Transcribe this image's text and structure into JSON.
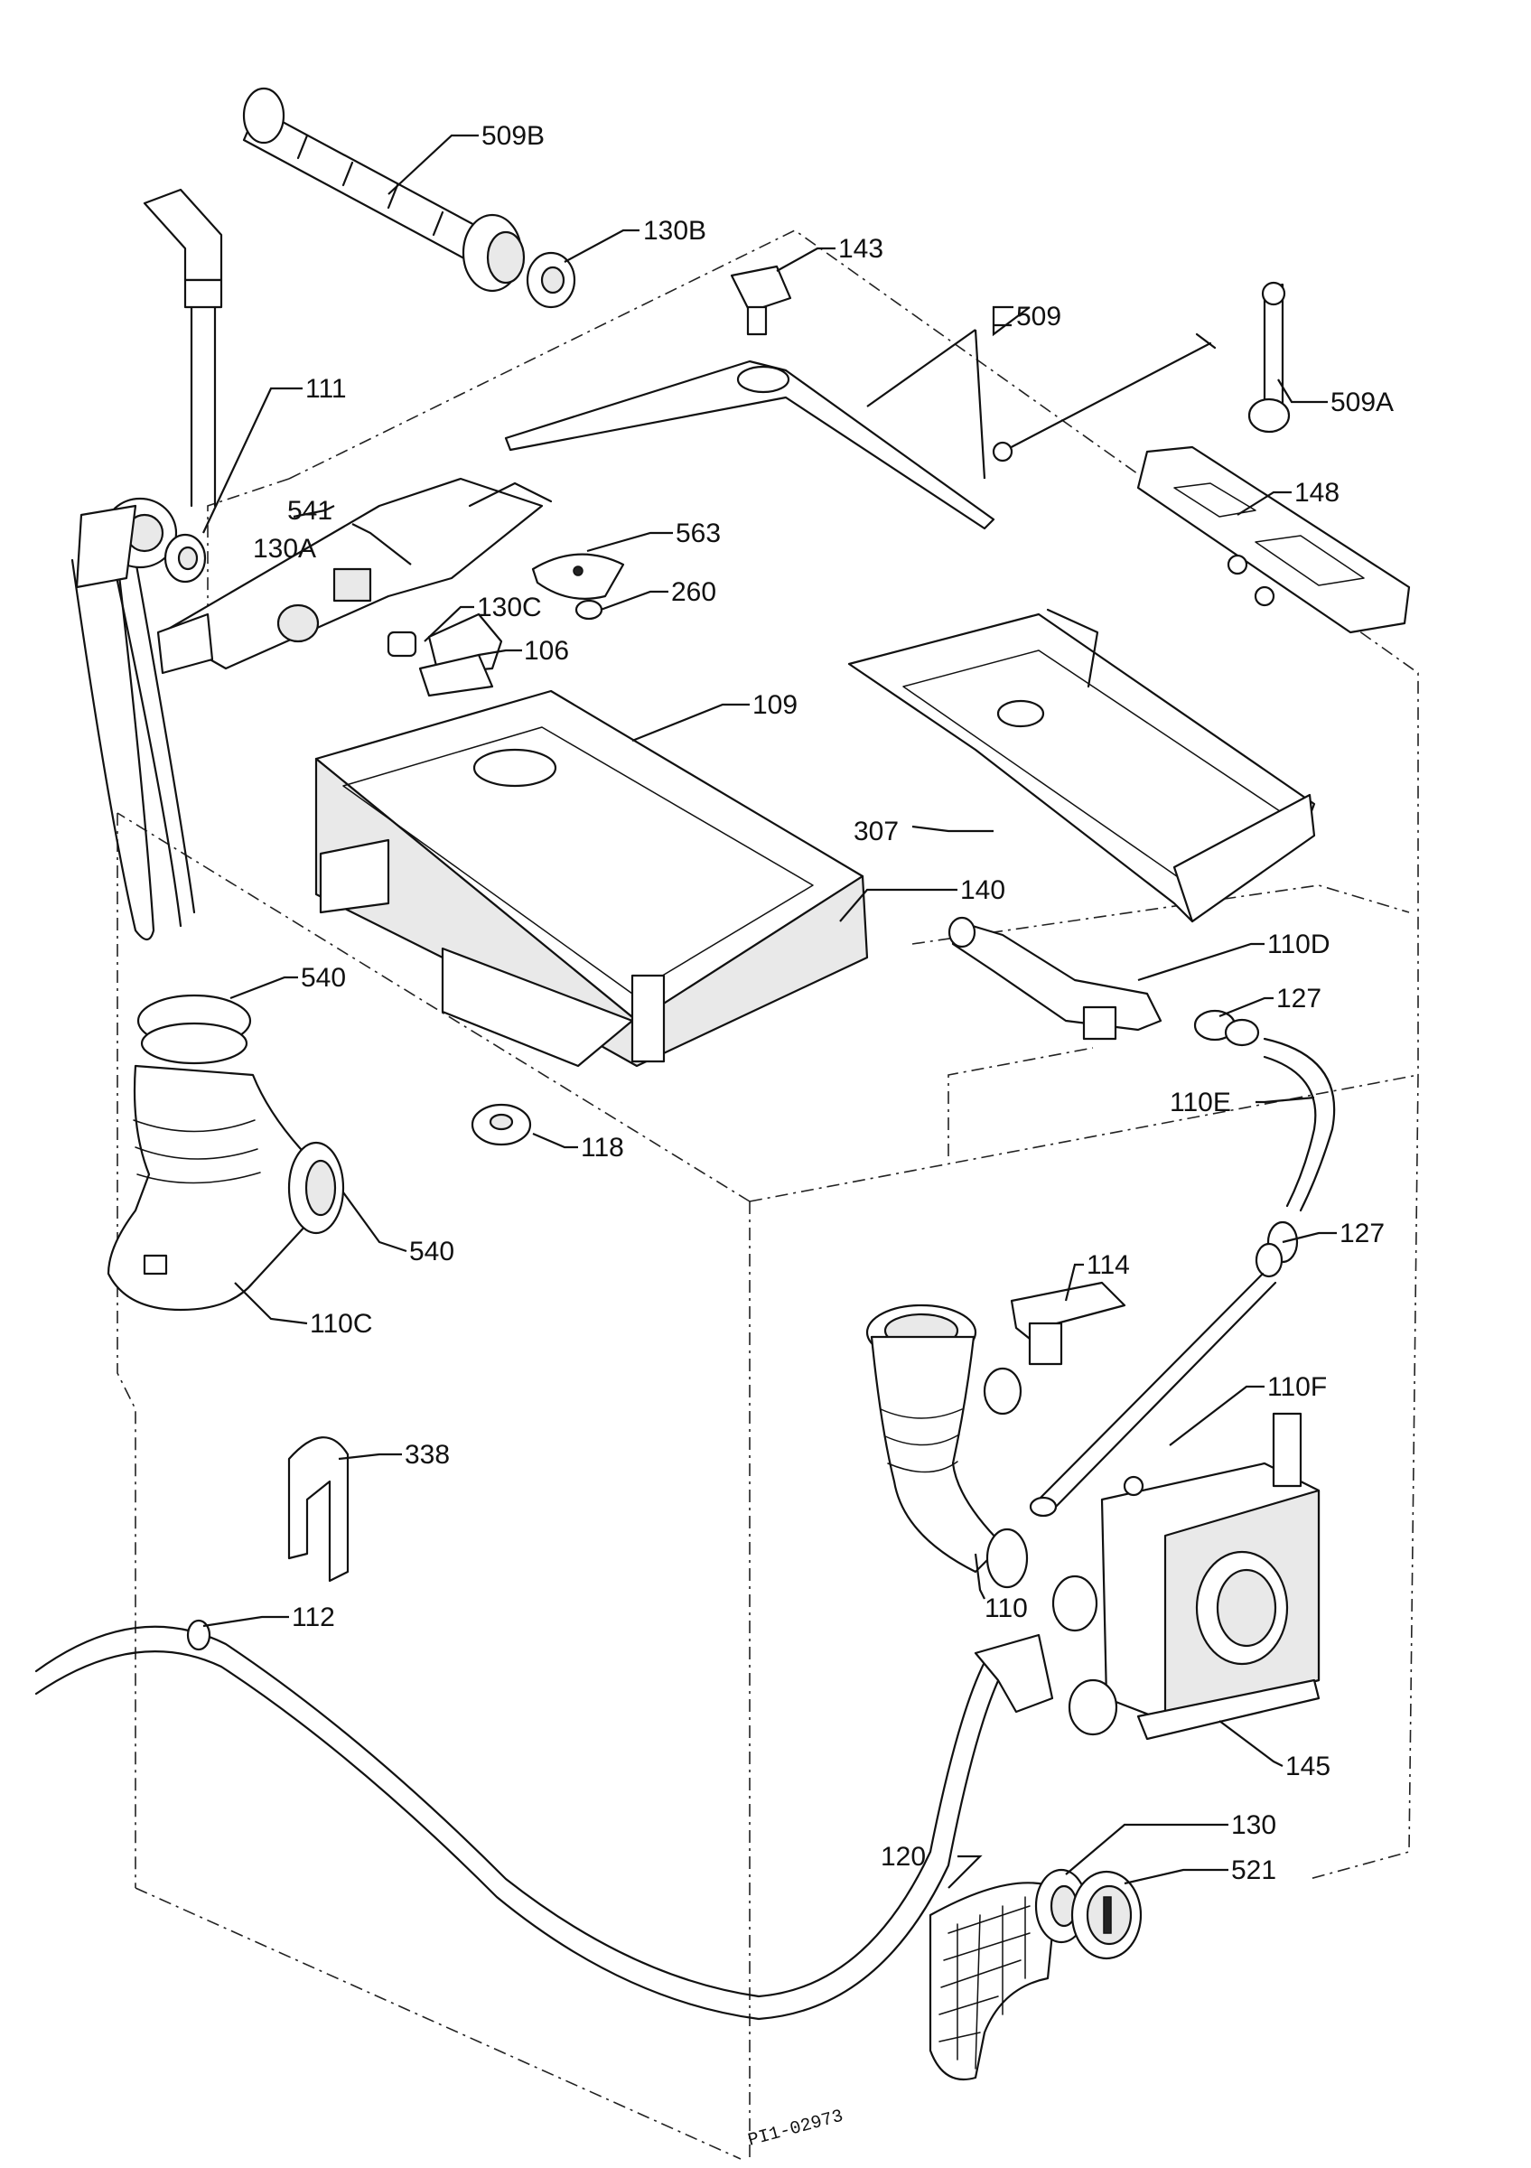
{
  "diagram": {
    "reference_code": "PI1-02973",
    "callouts": [
      {
        "id": "509B",
        "text": "509B"
      },
      {
        "id": "130B",
        "text": "130B"
      },
      {
        "id": "143",
        "text": "143"
      },
      {
        "id": "509",
        "text": "509"
      },
      {
        "id": "111",
        "text": "111"
      },
      {
        "id": "509A",
        "text": "509A"
      },
      {
        "id": "148",
        "text": "148"
      },
      {
        "id": "541",
        "text": "541"
      },
      {
        "id": "130A",
        "text": "130A"
      },
      {
        "id": "563",
        "text": "563"
      },
      {
        "id": "130C",
        "text": "130C"
      },
      {
        "id": "260",
        "text": "260"
      },
      {
        "id": "106",
        "text": "106"
      },
      {
        "id": "109",
        "text": "109"
      },
      {
        "id": "307",
        "text": "307"
      },
      {
        "id": "140",
        "text": "140"
      },
      {
        "id": "110D",
        "text": "110D"
      },
      {
        "id": "540a",
        "text": "540"
      },
      {
        "id": "127a",
        "text": "127"
      },
      {
        "id": "110E",
        "text": "110E"
      },
      {
        "id": "118",
        "text": "118"
      },
      {
        "id": "540b",
        "text": "540"
      },
      {
        "id": "127b",
        "text": "127"
      },
      {
        "id": "114",
        "text": "114"
      },
      {
        "id": "110C",
        "text": "110C"
      },
      {
        "id": "110F",
        "text": "110F"
      },
      {
        "id": "338",
        "text": "338"
      },
      {
        "id": "112",
        "text": "112"
      },
      {
        "id": "110",
        "text": "110"
      },
      {
        "id": "145",
        "text": "145"
      },
      {
        "id": "130",
        "text": "130"
      },
      {
        "id": "120",
        "text": "120"
      },
      {
        "id": "521",
        "text": "521"
      }
    ]
  }
}
